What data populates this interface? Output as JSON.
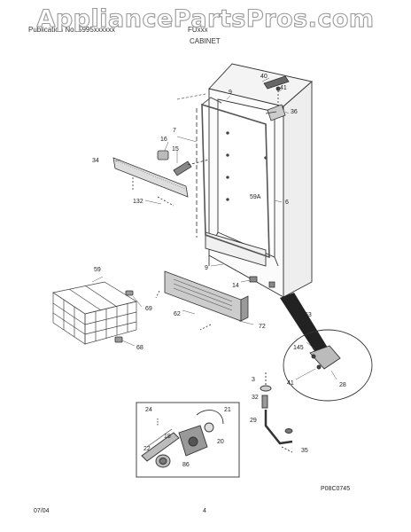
{
  "watermark": "AppliancePartsPros.com",
  "header": {
    "left": "Publication No. 5995xxxxxx",
    "right": "FUxxx",
    "section": "CABINET"
  },
  "footer": {
    "date": "07/04",
    "page": "4",
    "figure_code": "P08C0745"
  },
  "callouts": [
    {
      "id": "c40",
      "text": "40"
    },
    {
      "id": "c41a",
      "text": "41"
    },
    {
      "id": "c36",
      "text": "36"
    },
    {
      "id": "c9a",
      "text": "9"
    },
    {
      "id": "c7",
      "text": "7"
    },
    {
      "id": "c16",
      "text": "16"
    },
    {
      "id": "c15",
      "text": "15"
    },
    {
      "id": "c34",
      "text": "34"
    },
    {
      "id": "c59a",
      "text": "59A"
    },
    {
      "id": "c6",
      "text": "6"
    },
    {
      "id": "c132",
      "text": "132"
    },
    {
      "id": "c59",
      "text": "59"
    },
    {
      "id": "c9b",
      "text": "9"
    },
    {
      "id": "c14",
      "text": "14"
    },
    {
      "id": "c69",
      "text": "69"
    },
    {
      "id": "c62",
      "text": "62"
    },
    {
      "id": "c63",
      "text": "63"
    },
    {
      "id": "c72",
      "text": "72"
    },
    {
      "id": "c68",
      "text": "68"
    },
    {
      "id": "c145",
      "text": "145"
    },
    {
      "id": "c3",
      "text": "3"
    },
    {
      "id": "c41b",
      "text": "41"
    },
    {
      "id": "c28",
      "text": "28"
    },
    {
      "id": "c32",
      "text": "32"
    },
    {
      "id": "c24",
      "text": "24"
    },
    {
      "id": "c21",
      "text": "21"
    },
    {
      "id": "c29",
      "text": "29"
    },
    {
      "id": "c18",
      "text": "18"
    },
    {
      "id": "c20",
      "text": "20"
    },
    {
      "id": "c22",
      "text": "22"
    },
    {
      "id": "c86",
      "text": "86"
    },
    {
      "id": "c35",
      "text": "35"
    }
  ]
}
